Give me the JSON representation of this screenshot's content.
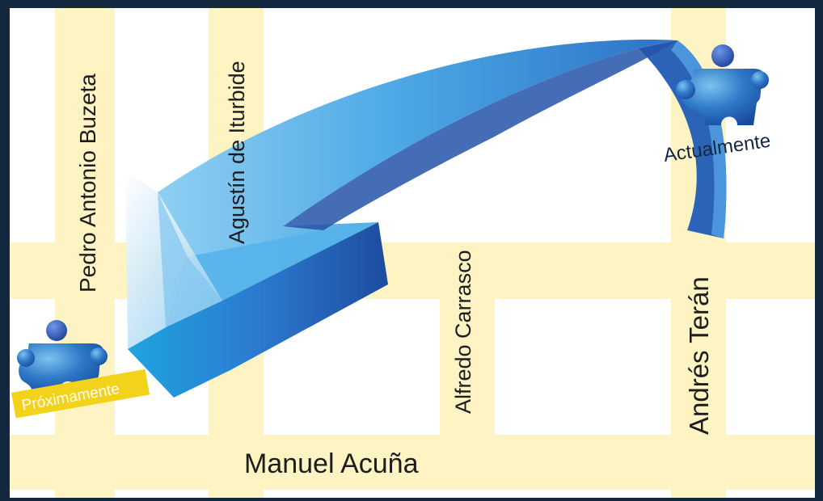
{
  "map": {
    "colors": {
      "frame": "#13283f",
      "street": "#fdf3c3",
      "block": "#ffffff",
      "arrow_light": "#4fb4ec",
      "arrow_mid": "#2f7fcf",
      "arrow_dark": "#1e4f9f",
      "badge_new": "#f2d21a",
      "icon_blue": "#1f63b8"
    },
    "streets": {
      "pedro_antonio_buzeta": "Pedro Antonio Buzeta",
      "agustin_de_iturbide": "Agustín de Iturbide",
      "alfredo_carrasco": "Alfredo Carrasco",
      "andres_teran": "Andrés Terán",
      "manuel_acuna": "Manuel Acuña"
    },
    "locations": {
      "current_label": "Actualmente",
      "new_label": "Próximamente"
    },
    "icons": {
      "current": "puzzle-person-icon",
      "new": "puzzle-person-icon",
      "arrow": "curved-arrow-icon"
    }
  }
}
